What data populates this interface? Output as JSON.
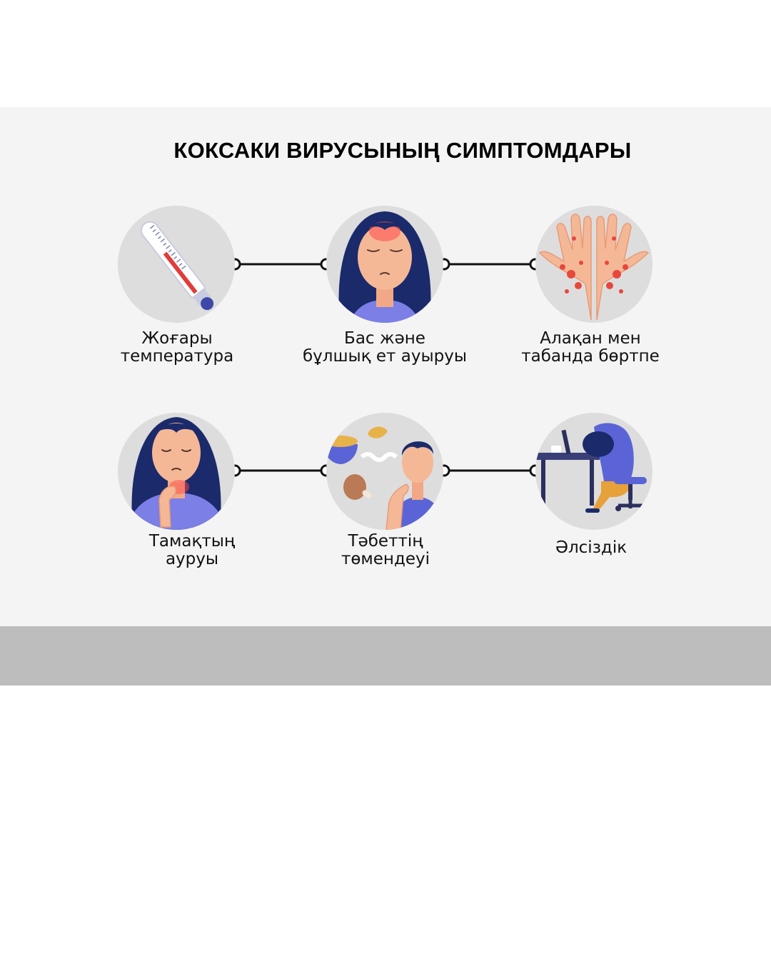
{
  "title": "КОКСАКИ ВИРУСЫНЫҢ СИМПТОМДАРЫ",
  "symptoms": [
    {
      "icon": "thermometer-icon",
      "line1": "Жоғары",
      "line2": "температура"
    },
    {
      "icon": "headache-woman-icon",
      "line1": "Бас және",
      "line2": "бұлшық ет ауыруы"
    },
    {
      "icon": "rash-hands-icon",
      "line1": "Алақан мен",
      "line2": "табанда бөртпе"
    },
    {
      "icon": "sore-throat-woman-icon",
      "line1": "Тамақтың",
      "line2": "ауруы"
    },
    {
      "icon": "loss-of-appetite-man-icon",
      "line1": "Тәбеттің",
      "line2": "төмендеуі"
    },
    {
      "icon": "tired-person-at-desk-icon",
      "line1": "Әлсіздік",
      "line2": ""
    }
  ],
  "colors": {
    "panel": "#f4f4f4",
    "circle": "#dddddd",
    "footer_band": "#bdbdbd",
    "accent_blue": "#7b7fe6",
    "navy": "#1b2a6b",
    "skin": "#f5b896",
    "rash_red": "#e8473b"
  }
}
